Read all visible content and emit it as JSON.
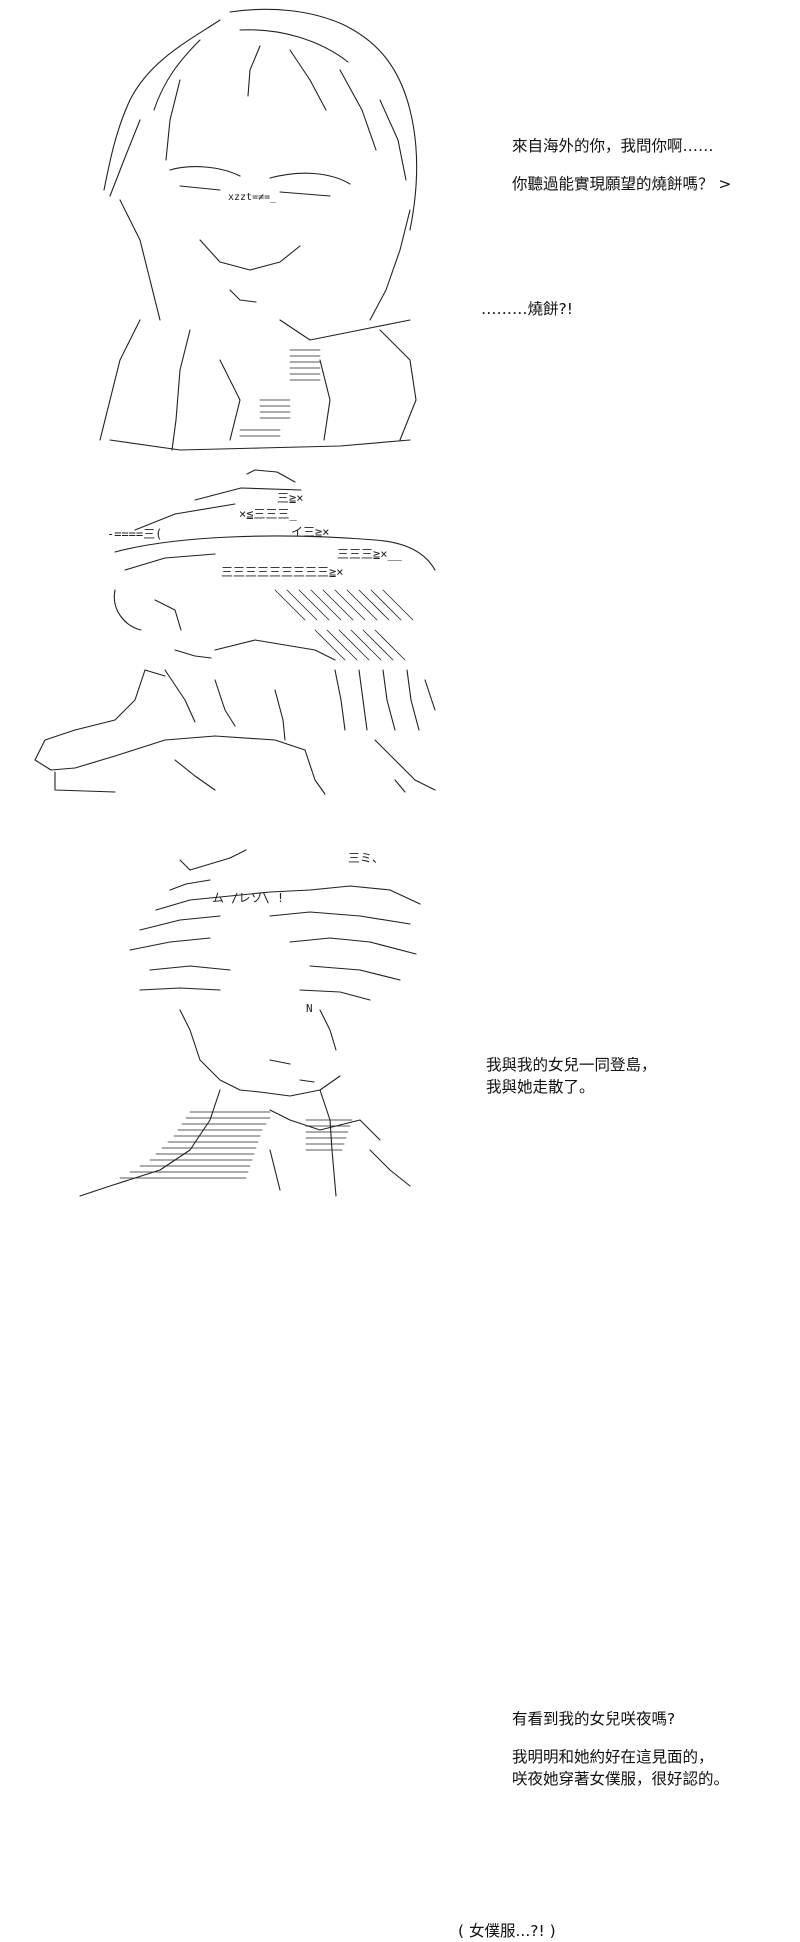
{
  "panels": [
    {
      "id": "panel-1",
      "lines": [
        "來自海外的你，我問你啊……",
        "你聽過能實現願望的燒餅嗎？ >"
      ],
      "reply": "………燒餅?!"
    },
    {
      "id": "panel-2",
      "lines": [
        "我與我的女兒一同登島，",
        "我與她走散了。"
      ]
    },
    {
      "id": "panel-3",
      "lines": [
        "有看到我的女兒咲夜嗎?",
        "我明明和她約好在這見面的，",
        "咲夜她穿著女僕服，很好認的。"
      ],
      "reply": "( 女僕服...?! )"
    }
  ],
  "art": {
    "p1_glyph": "xzzt=≠=_",
    "p2_glyph_a": "三≧×",
    "p2_glyph_b": "×≦三三三_",
    "p2_glyph_c": "-====三(",
    "p2_glyph_d": "イ三≧×",
    "p2_glyph_e": "三三三≧×__",
    "p2_glyph_f": "三三三三三三三三三≧×",
    "p3_glyph_a": "三ミ、",
    "p3_glyph_b": "ム /レソ\\ !",
    "p3_glyph_c": "N"
  }
}
